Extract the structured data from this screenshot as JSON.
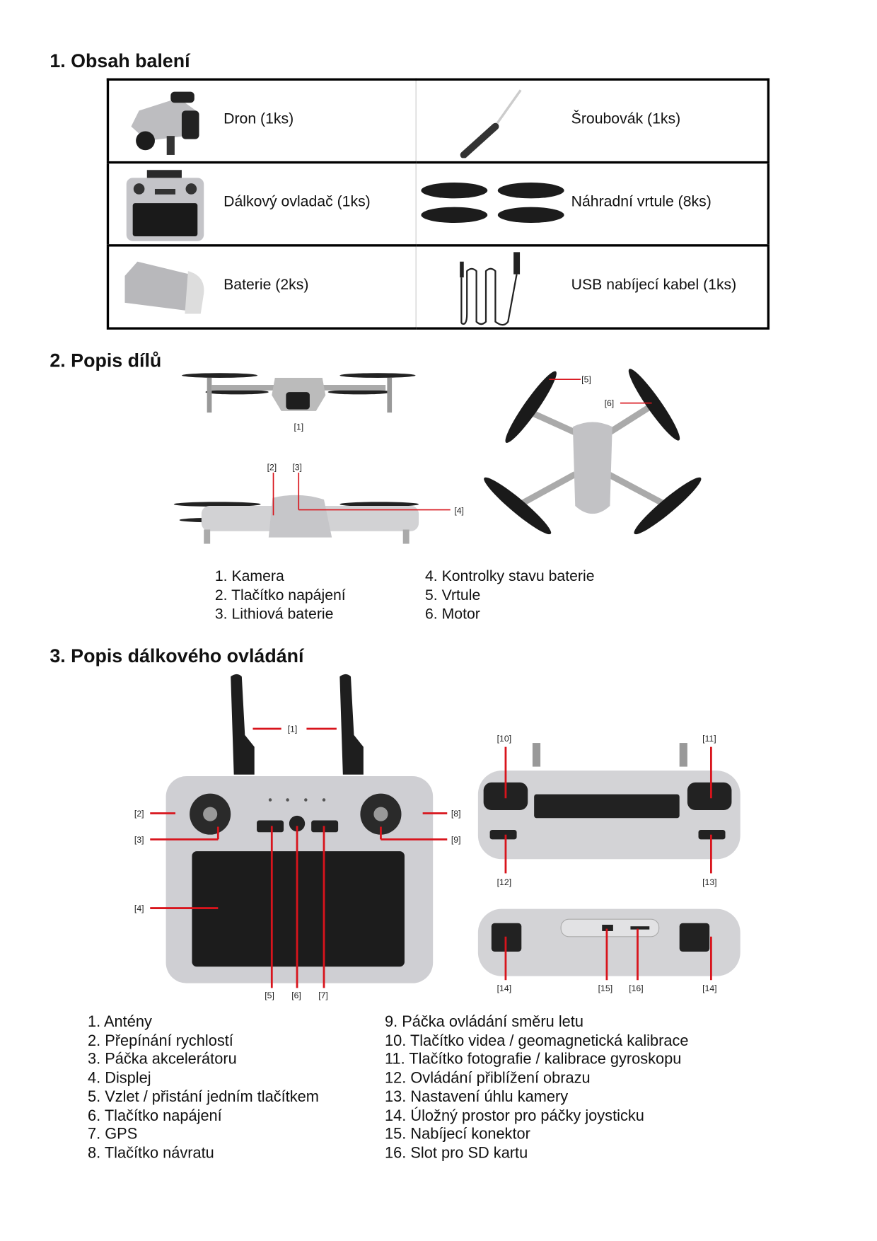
{
  "sections": {
    "package": {
      "title": "1. Obsah balení",
      "items": [
        {
          "label": "Dron (1ks)",
          "icon": "drone-folded-image"
        },
        {
          "label": "Šroubovák (1ks)",
          "icon": "screwdriver-image"
        },
        {
          "label": "Dálkový ovladač (1ks)",
          "icon": "remote-controller-image"
        },
        {
          "label": "Náhradní vrtule (8ks)",
          "icon": "propellers-image"
        },
        {
          "label": "Baterie (2ks)",
          "icon": "battery-image"
        },
        {
          "label": "USB nabíjecí kabel (1ks)",
          "icon": "usb-cable-image"
        }
      ]
    },
    "parts": {
      "title": "2. Popis dílů",
      "callouts": [
        "[1]",
        "[2]",
        "[3]",
        "[4]",
        "[5]",
        "[6]"
      ],
      "legend_left": [
        "1. Kamera",
        "2. Tlačítko napájení",
        "3. Lithiová baterie"
      ],
      "legend_right": [
        "4. Kontrolky stavu baterie",
        "5. Vrtule",
        "6. Motor"
      ]
    },
    "remote": {
      "title": "3. Popis dálkového ovládání",
      "callouts": [
        "[1]",
        "[2]",
        "[3]",
        "[4]",
        "[5]",
        "[6]",
        "[7]",
        "[8]",
        "[9]",
        "[10]",
        "[11]",
        "[12]",
        "[13]",
        "[14]",
        "[15]",
        "[16]",
        "[14]"
      ],
      "list_left": [
        "1. Antény",
        "2. Přepínání rychlostí",
        "3. Páčka akcelerátoru",
        "4. Displej",
        "5. Vzlet / přistání jedním tlačítkem",
        "6. Tlačítko napájení",
        "7. GPS",
        "8. Tlačítko návratu"
      ],
      "list_right": [
        "9. Páčka ovládání směru letu",
        "10. Tlačítko videa / geomagnetická kalibrace",
        "11. Tlačítko fotografie / kalibrace gyroskopu",
        "12. Ovládání přiblížení obrazu",
        "13. Nastavení úhlu kamery",
        "14. Úložný prostor pro páčky joysticku",
        "15. Nabíjecí konektor",
        "16. Slot pro SD kartu"
      ]
    }
  },
  "colors": {
    "callout_line": "#d8141c",
    "device_body": "#c9c9cc",
    "device_dark": "#1e1e1e"
  }
}
